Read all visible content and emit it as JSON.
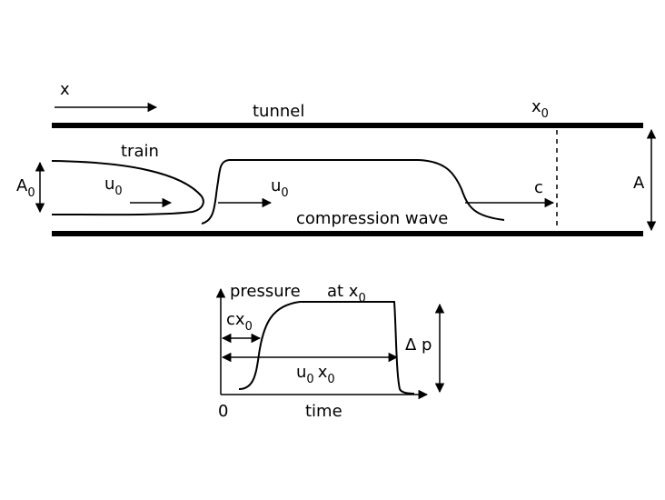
{
  "labels": {
    "x": "x",
    "tunnel": "tunnel",
    "x0_main": "x",
    "x0_sub": "0",
    "train": "train",
    "A0_main": "A",
    "A0_sub": "0",
    "u0_train_main": "u",
    "u0_train_sub": "0",
    "u0_wave_main": "u",
    "u0_wave_sub": "0",
    "c": "c",
    "A": "A",
    "compression_wave": "compression wave",
    "pressure": "pressure",
    "at": "at x",
    "at_sub": "0",
    "cx0_main": "cx",
    "cx0_sub": "0",
    "u0x0_u": "u",
    "u0x0_u_sub": "0",
    "u0x0_x": "x",
    "u0x0_x_sub": "0",
    "delta_p": "Δ p",
    "origin": "0",
    "time": "time"
  }
}
